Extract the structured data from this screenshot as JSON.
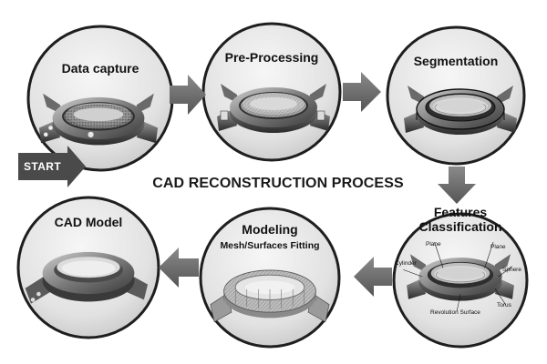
{
  "diagram": {
    "title": "CAD RECONSTRUCTION PROCESS",
    "start_label": "START",
    "steps": [
      {
        "id": "data-capture",
        "title": "Data capture"
      },
      {
        "id": "pre-processing",
        "title": "Pre-Processing"
      },
      {
        "id": "segmentation",
        "title": "Segmentation"
      },
      {
        "id": "features",
        "title": "Features Classification",
        "labels": [
          "Plane",
          "Plane",
          "Cylinder",
          "Sphere",
          "Torus",
          "Revolution Surface"
        ]
      },
      {
        "id": "modeling",
        "title": "Modeling",
        "subtitle": "Mesh/Surfaces Fitting"
      },
      {
        "id": "cad-model",
        "title": "CAD Model"
      }
    ]
  }
}
